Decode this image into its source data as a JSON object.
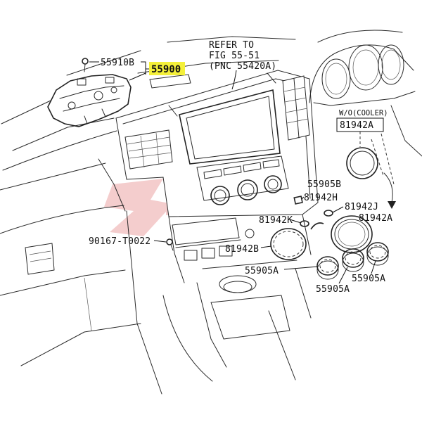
{
  "diagram": {
    "labels": {
      "p55910b": "55910B",
      "p55900": "55900",
      "refer_line1": "REFER TO",
      "refer_line2": "FIG 55-51",
      "refer_line3": "(PNC 55420A)",
      "wo_cooler": "W/O(COOLER)",
      "p81942a_boxed": "81942A",
      "p55905b": "55905B",
      "p81942h": "81942H",
      "p81942j": "81942J",
      "p81942a": "81942A",
      "p81942k": "81942K",
      "p90167": "90167-T0022",
      "p81942b": "81942B",
      "p55905a_1": "55905A",
      "p55905a_2": "55905A",
      "p55905a_3": "55905A"
    },
    "colors": {
      "highlight": "#f4f03a",
      "line": "#2a2a2a",
      "watermark": "#e06a6a"
    }
  }
}
